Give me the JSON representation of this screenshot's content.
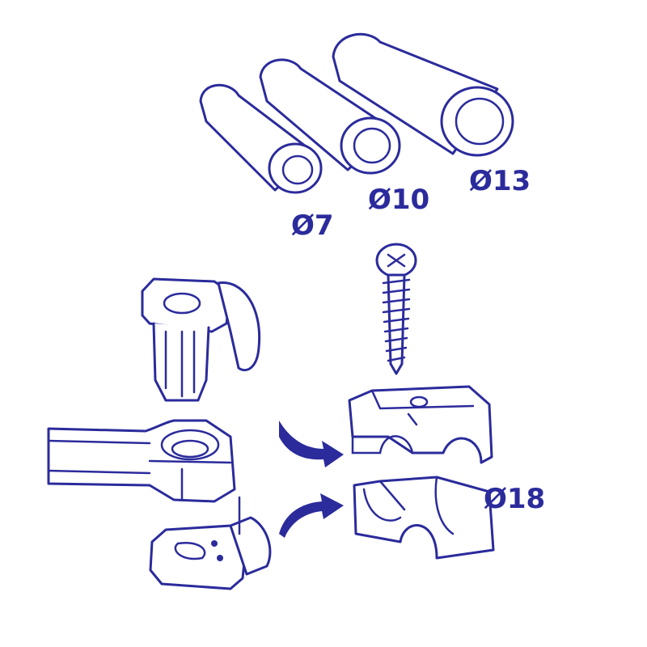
{
  "labels": {
    "tube_small": "Ø7",
    "tube_medium": "Ø10",
    "tube_large": "Ø13",
    "clamp": "Ø18"
  },
  "colors": {
    "line": "#2b2b9c",
    "background": "#ffffff"
  }
}
